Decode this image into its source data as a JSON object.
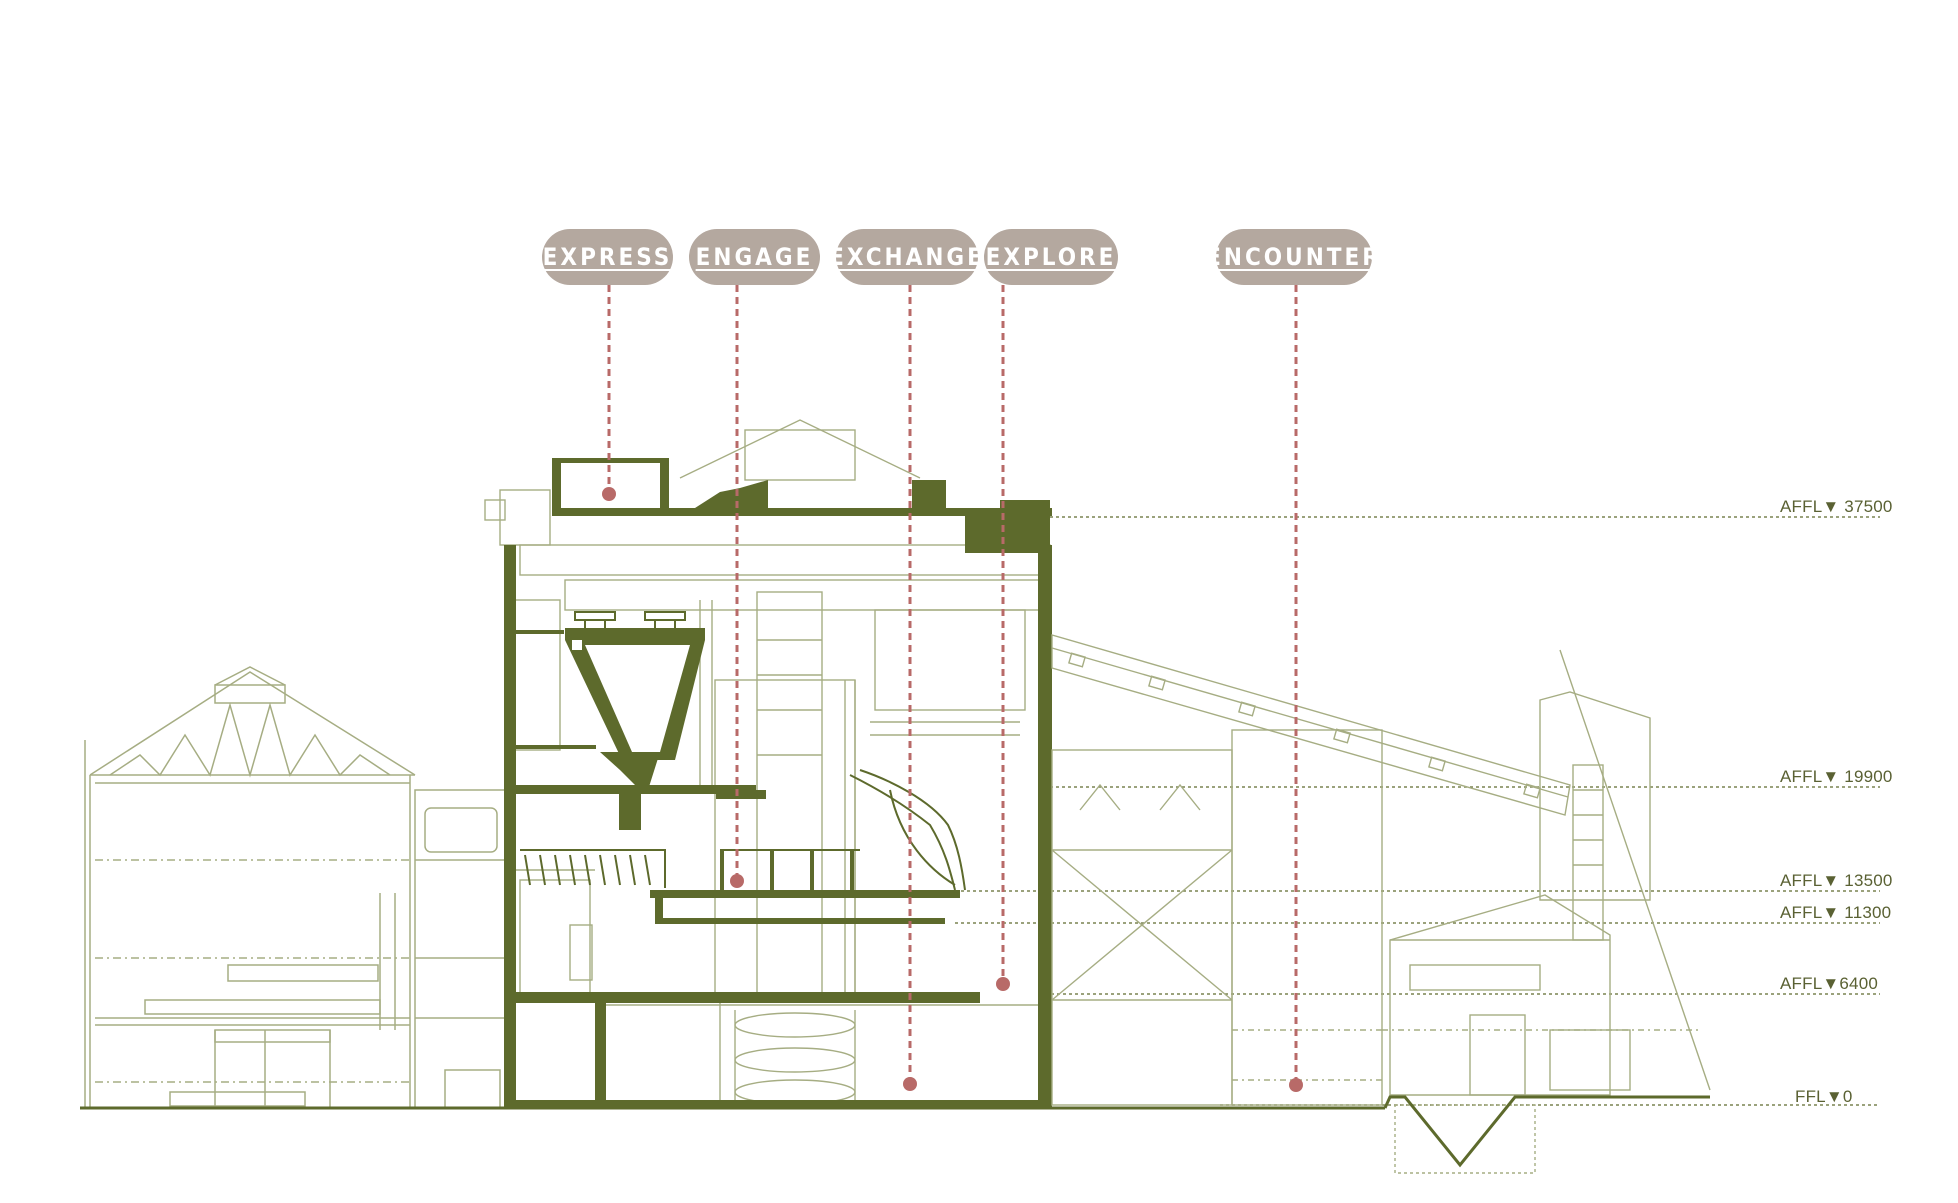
{
  "categories": [
    {
      "id": "express",
      "label": "EXPRESS"
    },
    {
      "id": "engage",
      "label": "ENGAGE"
    },
    {
      "id": "exchange",
      "label": "EXCHANGE"
    },
    {
      "id": "explore",
      "label": "EXPLORE"
    },
    {
      "id": "encounter",
      "label": "ENCOUNTER"
    }
  ],
  "levels": [
    {
      "id": "l37500",
      "label": "AFFL▼ 37500"
    },
    {
      "id": "l19900",
      "label": "AFFL▼ 19900"
    },
    {
      "id": "l13500",
      "label": "AFFL▼ 13500"
    },
    {
      "id": "l11300",
      "label": "AFFL▼ 11300"
    },
    {
      "id": "l6400",
      "label": "AFFL▼6400"
    },
    {
      "id": "l0",
      "label": "FFL▼0"
    }
  ],
  "colors": {
    "structure": "#5d6a2c",
    "structure_light": "#a6ad83",
    "leader": "#b86a68",
    "pill": "#b4a89f",
    "level_line": "#7a8450"
  }
}
